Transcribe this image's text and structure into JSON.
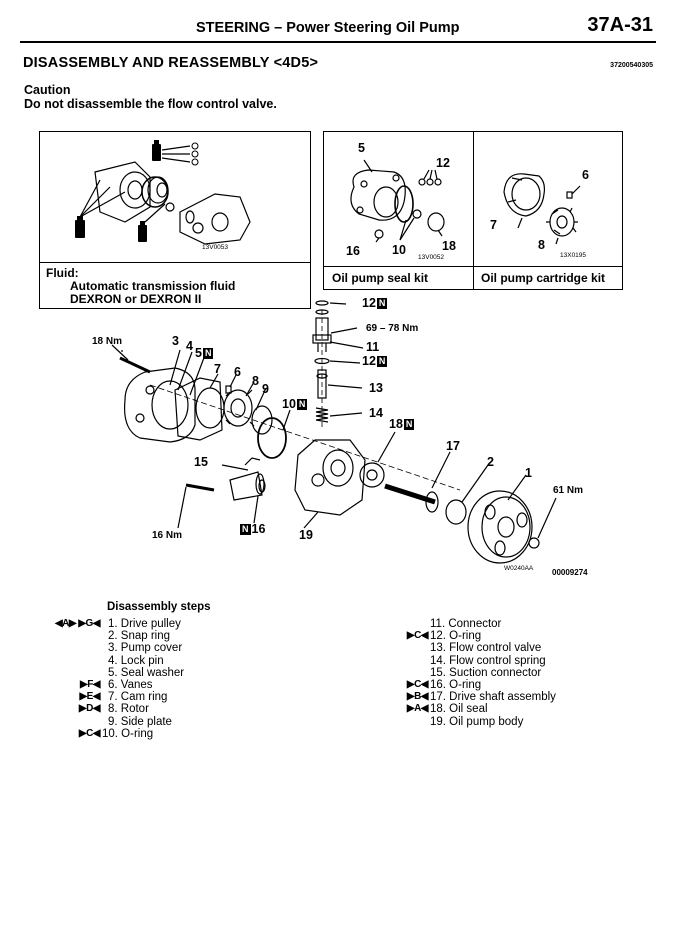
{
  "header": {
    "title": "STEERING – Power Steering Oil Pump",
    "page": "37A-31"
  },
  "section": {
    "title": "DISASSEMBLY AND REASSEMBLY <4D5>",
    "code": "37200540305"
  },
  "caution": {
    "heading": "Caution",
    "text": "Do not disassemble the flow control valve."
  },
  "fluid_box": {
    "figure_code": "13V0053",
    "label": "Fluid:",
    "line1": "Automatic transmission fluid",
    "line2": "DEXRON or DEXRON II"
  },
  "seal_kit": {
    "figure_code": "13V0052",
    "caption": "Oil pump seal kit",
    "callouts": [
      "5",
      "12",
      "16",
      "10",
      "18"
    ]
  },
  "cartridge_kit": {
    "figure_code": "13X0195",
    "caption": "Oil pump cartridge kit",
    "callouts": [
      "6",
      "7",
      "8"
    ]
  },
  "main_diagram": {
    "figure_code1": "W0240AA",
    "figure_code2": "00009274",
    "new_mark": "N",
    "torques": {
      "t1": "18 Nm",
      "t2": "69 – 78 Nm",
      "t3": "61 Nm",
      "t4": "16 Nm"
    },
    "callouts": {
      "c1": "1",
      "c2": "2",
      "c3": "3",
      "c4": "4",
      "c5": "5",
      "c6": "6",
      "c7": "7",
      "c8": "8",
      "c9": "9",
      "c10": "10",
      "c11": "11",
      "c12a": "12",
      "c12b": "12",
      "c13": "13",
      "c14": "14",
      "c15": "15",
      "c16": "16",
      "c17": "17",
      "c18": "18",
      "c19": "19"
    }
  },
  "steps": {
    "title": "Disassembly steps",
    "left": [
      {
        "marks": "◀A▶ ▶G◀",
        "text": "1. Drive pulley"
      },
      {
        "marks": "",
        "text": "2. Snap ring"
      },
      {
        "marks": "",
        "text": "3. Pump cover"
      },
      {
        "marks": "",
        "text": "4. Lock pin"
      },
      {
        "marks": "",
        "text": "5. Seal washer"
      },
      {
        "marks": "▶F◀",
        "text": "6. Vanes"
      },
      {
        "marks": "▶E◀",
        "text": "7. Cam ring"
      },
      {
        "marks": "▶D◀",
        "text": "8. Rotor"
      },
      {
        "marks": "",
        "text": "9. Side plate"
      },
      {
        "marks": "▶C◀",
        "text": "10. O-ring"
      }
    ],
    "right": [
      {
        "marks": "",
        "text": "11. Connector"
      },
      {
        "marks": "▶C◀",
        "text": "12. O-ring"
      },
      {
        "marks": "",
        "text": "13. Flow control valve"
      },
      {
        "marks": "",
        "text": "14. Flow control spring"
      },
      {
        "marks": "",
        "text": "15. Suction connector"
      },
      {
        "marks": "▶C◀",
        "text": "16. O-ring"
      },
      {
        "marks": "▶B◀",
        "text": "17. Drive shaft assembly"
      },
      {
        "marks": "▶A◀",
        "text": "18. Oil seal"
      },
      {
        "marks": "",
        "text": "19. Oil pump body"
      }
    ]
  }
}
